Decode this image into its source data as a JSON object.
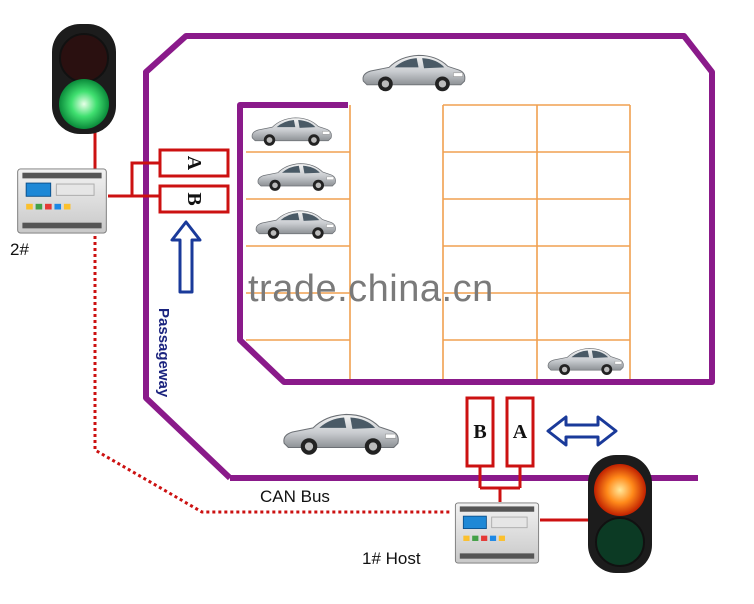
{
  "labels": {
    "node_2": "2#",
    "can_bus": "CAN Bus",
    "host": "1# Host",
    "passageway": "Passageway",
    "watermark": "trade.china.cn"
  },
  "sensors": {
    "top_a": "A",
    "top_b": "B",
    "bottom_b": "B",
    "bottom_a": "A"
  },
  "colors": {
    "wall": "#8a1a8a",
    "sensor": "#cc1111",
    "grid": "#f0a050",
    "arrow": "#1a3a9a",
    "can_bus": "#cc1111"
  },
  "traffic_lights": [
    {
      "name": "top-left",
      "lit": "green"
    },
    {
      "name": "bottom-right",
      "lit": "red"
    }
  ]
}
